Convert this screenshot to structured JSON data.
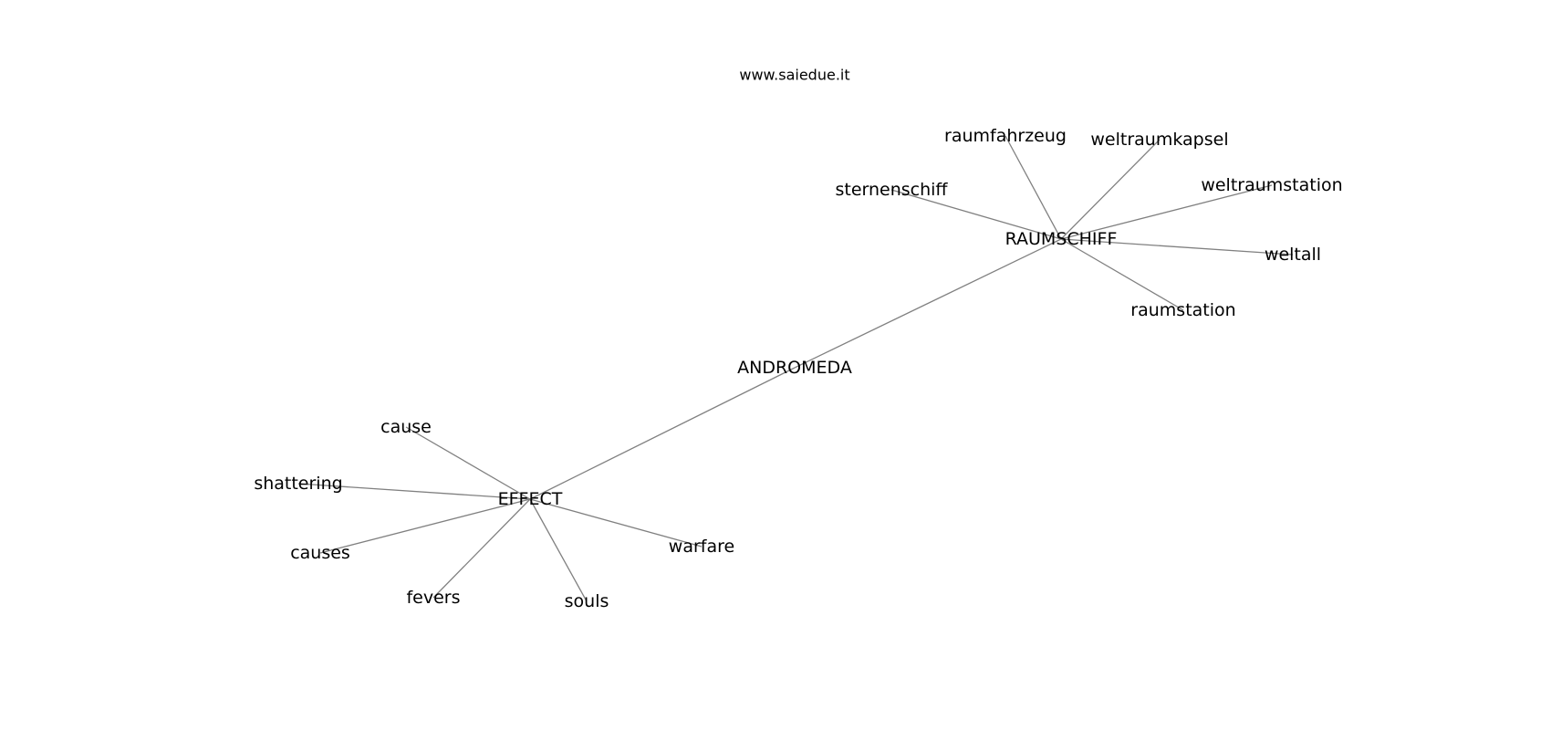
{
  "watermark": "www.saiedue.it",
  "graph": {
    "nodes": [
      {
        "id": "andromeda",
        "label": "ANDROMEDA"
      },
      {
        "id": "raumschiff",
        "label": "RAUMSCHIFF"
      },
      {
        "id": "effect",
        "label": "EFFECT"
      },
      {
        "id": "raumfahrzeug",
        "label": "raumfahrzeug"
      },
      {
        "id": "weltraumkapsel",
        "label": "weltraumkapsel"
      },
      {
        "id": "sternenschiff",
        "label": "sternenschiff"
      },
      {
        "id": "weltraumstation",
        "label": "weltraumstation"
      },
      {
        "id": "weltall",
        "label": "weltall"
      },
      {
        "id": "raumstation",
        "label": "raumstation"
      },
      {
        "id": "cause",
        "label": "cause"
      },
      {
        "id": "shattering",
        "label": "shattering"
      },
      {
        "id": "causes",
        "label": "causes"
      },
      {
        "id": "fevers",
        "label": "fevers"
      },
      {
        "id": "souls",
        "label": "souls"
      },
      {
        "id": "warfare",
        "label": "warfare"
      }
    ],
    "edges": [
      [
        "andromeda",
        "raumschiff"
      ],
      [
        "andromeda",
        "effect"
      ],
      [
        "raumschiff",
        "raumfahrzeug"
      ],
      [
        "raumschiff",
        "weltraumkapsel"
      ],
      [
        "raumschiff",
        "sternenschiff"
      ],
      [
        "raumschiff",
        "weltraumstation"
      ],
      [
        "raumschiff",
        "weltall"
      ],
      [
        "raumschiff",
        "raumstation"
      ],
      [
        "effect",
        "cause"
      ],
      [
        "effect",
        "shattering"
      ],
      [
        "effect",
        "causes"
      ],
      [
        "effect",
        "fevers"
      ],
      [
        "effect",
        "souls"
      ],
      [
        "effect",
        "warfare"
      ]
    ]
  }
}
